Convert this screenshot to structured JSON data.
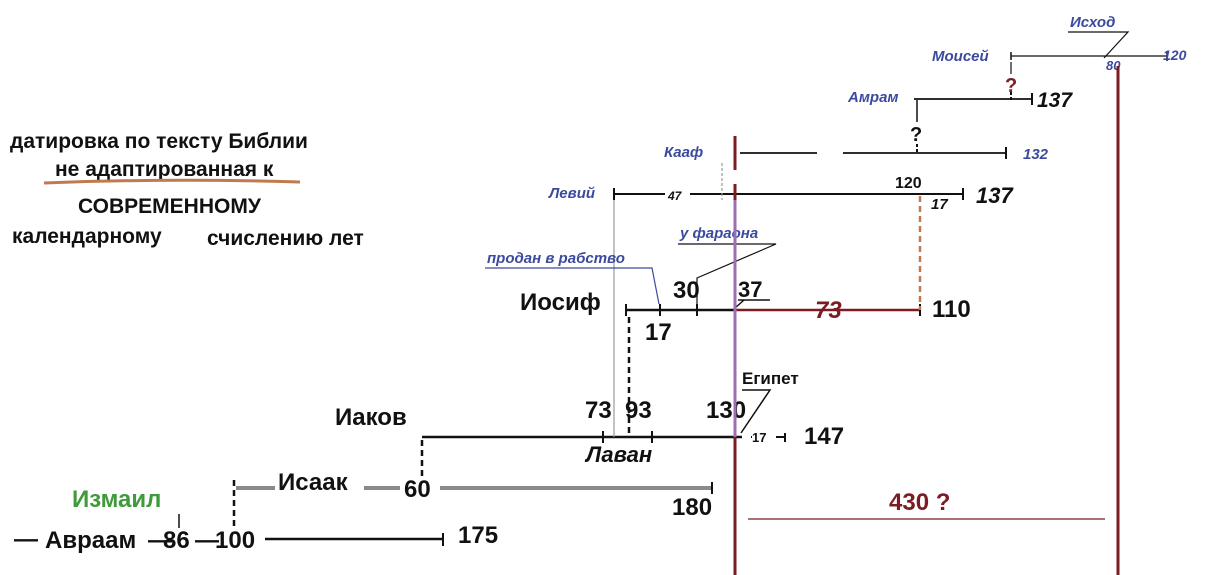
{
  "heading": {
    "line1": "датировка по тексту Библии",
    "line2": "не адаптированная  к",
    "line3": "СОВРЕМЕННОМУ",
    "line4a": "календарному",
    "line4b": "счислению лет"
  },
  "abraham": {
    "name": "Авраам",
    "age_86": "86",
    "age_100": "100",
    "death": "175",
    "dash": "—"
  },
  "ishmael": {
    "name": "Измаил"
  },
  "isaac": {
    "name": "Исаак",
    "age_60": "60",
    "death": "180"
  },
  "jacob": {
    "name": "Иаков",
    "age_73": "73",
    "age_93": "93",
    "age_130": "130",
    "after": "17",
    "death": "147",
    "laban": "Лаван",
    "egypt": "Египет"
  },
  "joseph": {
    "name": "Иосиф",
    "sold": "продан в рабство",
    "pharaoh": "у фараона",
    "age_17": "17",
    "age_30": "30",
    "age_37": "37",
    "span_73": "73",
    "death": "110"
  },
  "levi": {
    "name": "Левий",
    "at_47": "47",
    "at_120": "120",
    "after": "17",
    "death": "137"
  },
  "kohath": {
    "name": "Кааф",
    "death": "132",
    "question": "?"
  },
  "amram": {
    "name": "Амрам",
    "death": "137",
    "question": "?"
  },
  "moses": {
    "name": "Моисей",
    "exodus": "Исход",
    "age_80": "80",
    "death": "120"
  },
  "span430": {
    "label": "430 ?"
  },
  "colors": {
    "black": "#111111",
    "blue": "#3b4a9e",
    "darkred": "#7a1c22",
    "gray": "#8a8a8a",
    "purple": "#9b6fb0",
    "orange": "#c07a50",
    "green": "#3f9a3a"
  }
}
